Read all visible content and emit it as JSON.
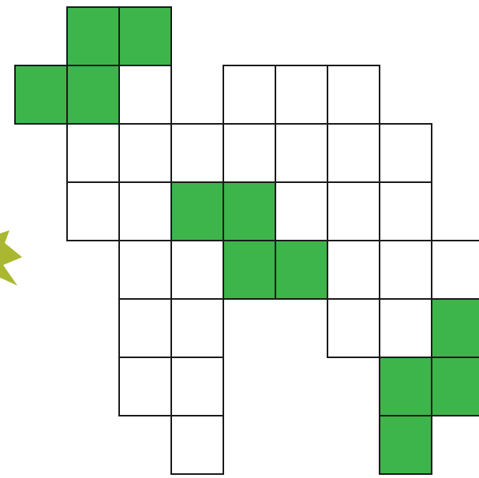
{
  "puzzle": {
    "colors": {
      "background": "#ffffff",
      "grid_line": "#1a1a1a",
      "filled": "#3db54a",
      "empty": "#ffffff",
      "leaf": "#a9b830"
    },
    "cells": [
      {
        "col": 1,
        "row": 0,
        "state": "filled"
      },
      {
        "col": 2,
        "row": 0,
        "state": "filled"
      },
      {
        "col": 0,
        "row": 1,
        "state": "filled"
      },
      {
        "col": 1,
        "row": 1,
        "state": "filled"
      },
      {
        "col": 2,
        "row": 1,
        "state": "empty"
      },
      {
        "col": 4,
        "row": 1,
        "state": "empty"
      },
      {
        "col": 5,
        "row": 1,
        "state": "empty"
      },
      {
        "col": 6,
        "row": 1,
        "state": "empty"
      },
      {
        "col": 1,
        "row": 2,
        "state": "empty"
      },
      {
        "col": 2,
        "row": 2,
        "state": "empty"
      },
      {
        "col": 3,
        "row": 2,
        "state": "empty"
      },
      {
        "col": 4,
        "row": 2,
        "state": "empty"
      },
      {
        "col": 5,
        "row": 2,
        "state": "empty"
      },
      {
        "col": 6,
        "row": 2,
        "state": "empty"
      },
      {
        "col": 7,
        "row": 2,
        "state": "empty"
      },
      {
        "col": 1,
        "row": 3,
        "state": "empty"
      },
      {
        "col": 2,
        "row": 3,
        "state": "empty"
      },
      {
        "col": 3,
        "row": 3,
        "state": "filled"
      },
      {
        "col": 4,
        "row": 3,
        "state": "filled"
      },
      {
        "col": 5,
        "row": 3,
        "state": "empty"
      },
      {
        "col": 6,
        "row": 3,
        "state": "empty"
      },
      {
        "col": 7,
        "row": 3,
        "state": "empty"
      },
      {
        "col": 2,
        "row": 4,
        "state": "empty"
      },
      {
        "col": 3,
        "row": 4,
        "state": "empty"
      },
      {
        "col": 4,
        "row": 4,
        "state": "filled"
      },
      {
        "col": 5,
        "row": 4,
        "state": "filled"
      },
      {
        "col": 6,
        "row": 4,
        "state": "empty"
      },
      {
        "col": 7,
        "row": 4,
        "state": "empty"
      },
      {
        "col": 8,
        "row": 4,
        "state": "empty"
      },
      {
        "col": 2,
        "row": 5,
        "state": "empty"
      },
      {
        "col": 3,
        "row": 5,
        "state": "empty"
      },
      {
        "col": 6,
        "row": 5,
        "state": "empty"
      },
      {
        "col": 7,
        "row": 5,
        "state": "empty"
      },
      {
        "col": 8,
        "row": 5,
        "state": "filled"
      },
      {
        "col": 2,
        "row": 6,
        "state": "empty"
      },
      {
        "col": 3,
        "row": 6,
        "state": "empty"
      },
      {
        "col": 7,
        "row": 6,
        "state": "filled"
      },
      {
        "col": 8,
        "row": 6,
        "state": "filled"
      },
      {
        "col": 3,
        "row": 7,
        "state": "empty"
      },
      {
        "col": 7,
        "row": 7,
        "state": "filled"
      }
    ]
  }
}
